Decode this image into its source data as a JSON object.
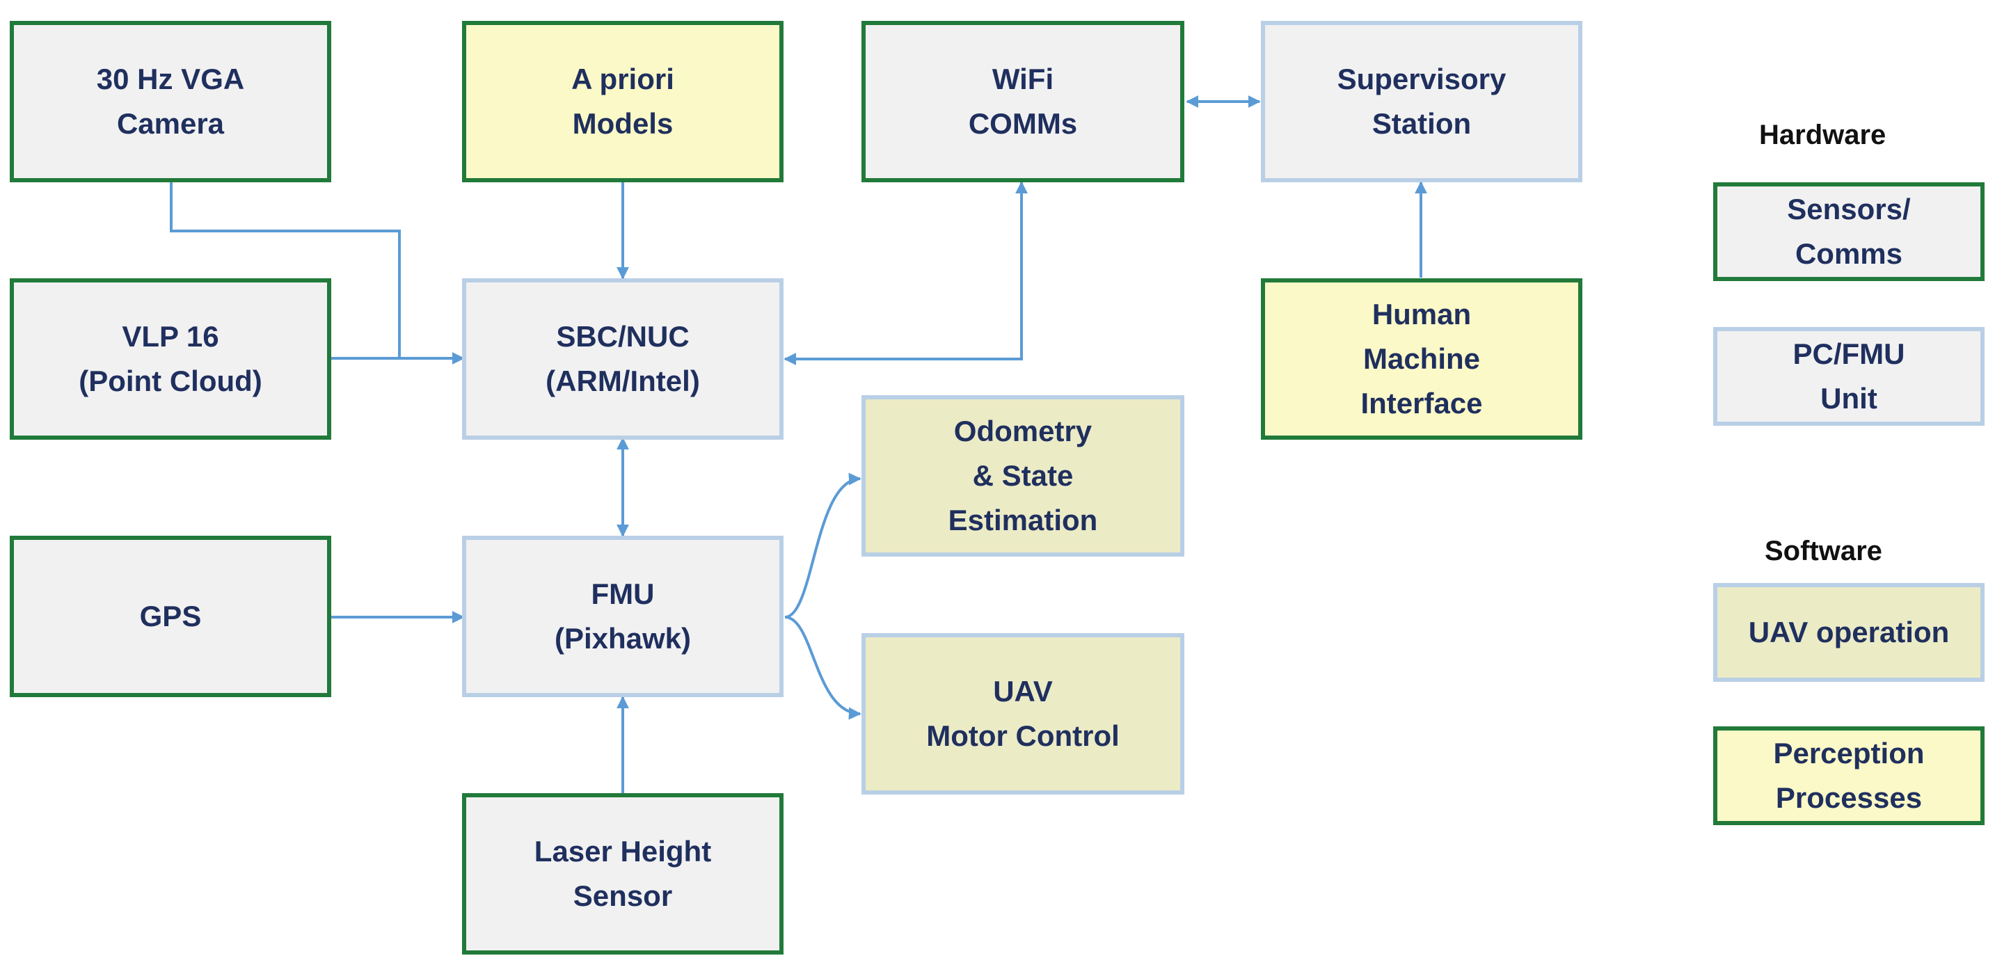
{
  "colors": {
    "hardware_border": "#217a3a",
    "pc_border": "#b9cfe6",
    "box_fill_grey": "#f1f1f1",
    "uav_operation_fill": "#ebebc6",
    "perception_fill": "#fbf9c7",
    "arrow": "#5b9bd5",
    "text": "#1f2f5e"
  },
  "nodes": {
    "camera": "30 Hz VGA\nCamera",
    "models": "A priori\nModels",
    "wifi": "WiFi\nCOMMs",
    "supervisory": "Supervisory\nStation",
    "vlp": "VLP 16\n(Point Cloud)",
    "sbc": "SBC/NUC\n(ARM/Intel)",
    "hmi": "Human\nMachine\nInterface",
    "odometry": "Odometry\n& State\nEstimation",
    "gps": "GPS",
    "fmu": "FMU\n(Pixhawk)",
    "motor": "UAV\nMotor Control",
    "laser": "Laser Height\nSensor"
  },
  "legend": {
    "hardware_title": "Hardware",
    "software_title": "Software",
    "sensors": "Sensors/\nComms",
    "pcfmu": "PC/FMU\nUnit",
    "uavop": "UAV operation",
    "perception": "Perception\nProcesses"
  },
  "edges": [
    {
      "from": "camera",
      "to": "sbc",
      "direction": "forward"
    },
    {
      "from": "vlp",
      "to": "sbc",
      "direction": "forward"
    },
    {
      "from": "models",
      "to": "sbc",
      "direction": "forward"
    },
    {
      "from": "sbc",
      "to": "wifi",
      "direction": "both"
    },
    {
      "from": "wifi",
      "to": "supervisory",
      "direction": "both"
    },
    {
      "from": "hmi",
      "to": "supervisory",
      "direction": "forward"
    },
    {
      "from": "sbc",
      "to": "fmu",
      "direction": "both"
    },
    {
      "from": "gps",
      "to": "fmu",
      "direction": "forward"
    },
    {
      "from": "laser",
      "to": "fmu",
      "direction": "forward"
    },
    {
      "from": "fmu",
      "to": "odometry",
      "direction": "forward"
    },
    {
      "from": "fmu",
      "to": "motor",
      "direction": "forward"
    }
  ]
}
